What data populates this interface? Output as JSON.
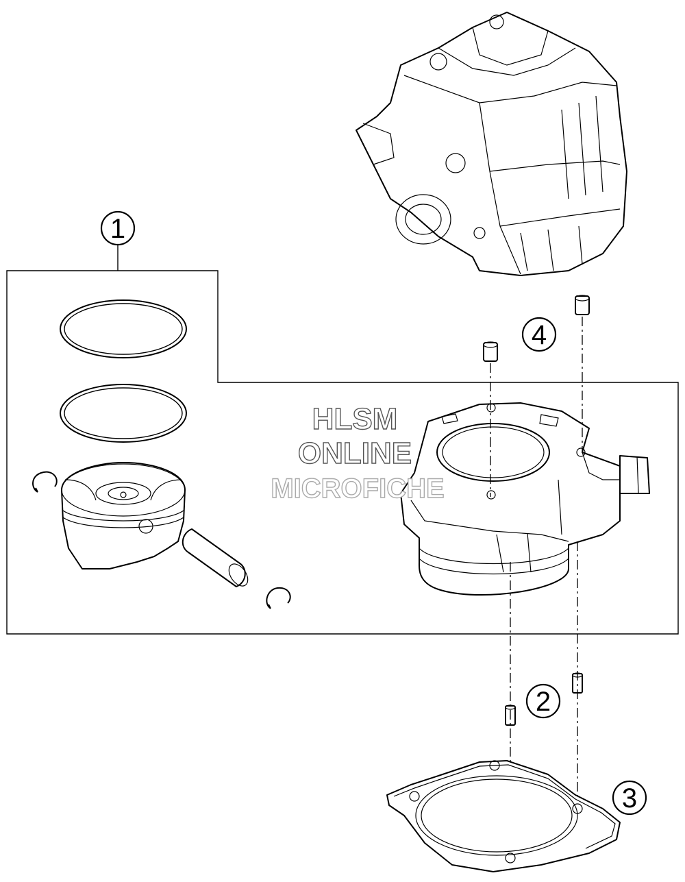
{
  "callouts": [
    {
      "id": "kit",
      "label": "1"
    },
    {
      "id": "dowel-lower",
      "label": "2"
    },
    {
      "id": "gasket",
      "label": "3"
    },
    {
      "id": "dowel-upper",
      "label": "4"
    }
  ],
  "watermark": {
    "line1": "HLSM",
    "line2": "ONLINE",
    "line3": "MICROFICHE"
  }
}
